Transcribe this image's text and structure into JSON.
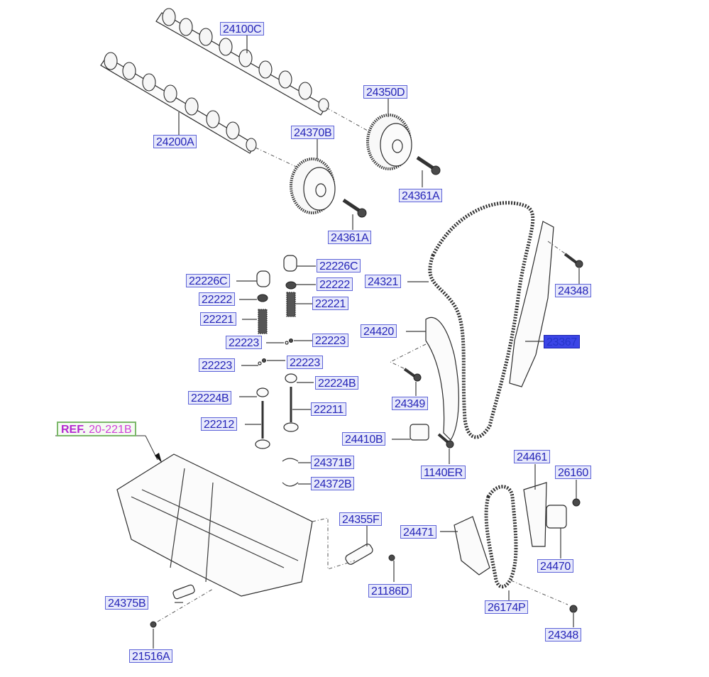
{
  "diagram": {
    "type": "exploded-parts-diagram",
    "reference": {
      "prefix": "REF.",
      "code": "20-221B"
    },
    "parts": [
      {
        "id": "p01",
        "number": "24100C"
      },
      {
        "id": "p02",
        "number": "24200A"
      },
      {
        "id": "p03",
        "number": "24350D"
      },
      {
        "id": "p04",
        "number": "24370B"
      },
      {
        "id": "p05",
        "number": "24361A"
      },
      {
        "id": "p06",
        "number": "24361A"
      },
      {
        "id": "p07",
        "number": "22226C"
      },
      {
        "id": "p08",
        "number": "22226C"
      },
      {
        "id": "p09",
        "number": "22222"
      },
      {
        "id": "p10",
        "number": "22222"
      },
      {
        "id": "p11",
        "number": "22221"
      },
      {
        "id": "p12",
        "number": "22221"
      },
      {
        "id": "p13",
        "number": "22223"
      },
      {
        "id": "p14",
        "number": "22223"
      },
      {
        "id": "p15",
        "number": "22223"
      },
      {
        "id": "p16",
        "number": "22223"
      },
      {
        "id": "p17",
        "number": "22224B"
      },
      {
        "id": "p18",
        "number": "22224B"
      },
      {
        "id": "p19",
        "number": "22212"
      },
      {
        "id": "p20",
        "number": "22211"
      },
      {
        "id": "p21",
        "number": "24321"
      },
      {
        "id": "p22",
        "number": "24348"
      },
      {
        "id": "p23",
        "number": "23367",
        "highlighted": true
      },
      {
        "id": "p24",
        "number": "24420"
      },
      {
        "id": "p25",
        "number": "24349"
      },
      {
        "id": "p26",
        "number": "24410B"
      },
      {
        "id": "p27",
        "number": "1140ER"
      },
      {
        "id": "p28",
        "number": "24371B"
      },
      {
        "id": "p29",
        "number": "24372B"
      },
      {
        "id": "p30",
        "number": "24461"
      },
      {
        "id": "p31",
        "number": "26160"
      },
      {
        "id": "p32",
        "number": "24471"
      },
      {
        "id": "p33",
        "number": "24470"
      },
      {
        "id": "p34",
        "number": "24355F"
      },
      {
        "id": "p35",
        "number": "21186D"
      },
      {
        "id": "p36",
        "number": "26174P"
      },
      {
        "id": "p37",
        "number": "24348"
      },
      {
        "id": "p38",
        "number": "24375B"
      },
      {
        "id": "p39",
        "number": "21516A"
      }
    ]
  },
  "colors": {
    "label_text": "#2525b8",
    "label_border": "#5d63d8",
    "label_fill": "#e6e8fb",
    "highlight_fill": "#3b45e6",
    "ref_border": "#7cb86a",
    "ref_text": "#d040d8"
  }
}
